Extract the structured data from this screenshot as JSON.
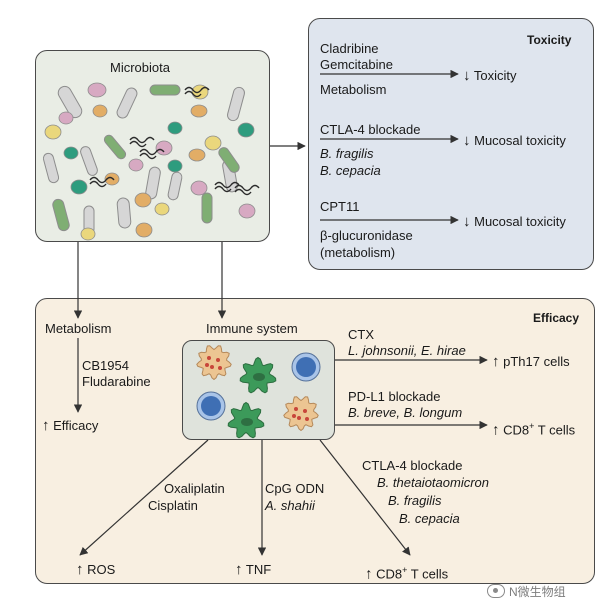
{
  "microbiota": {
    "title": "Microbiota"
  },
  "toxicity": {
    "title": "Toxicity",
    "row1": {
      "drug1": "Cladribine",
      "drug2": "Gemcitabine",
      "mechanism": "Metabolism",
      "outcome": "Toxicity"
    },
    "row2": {
      "drug": "CTLA-4 blockade",
      "bacteria1": "B. fragilis",
      "bacteria2": "B. cepacia",
      "outcome": "Mucosal toxicity"
    },
    "row3": {
      "drug": "CPT11",
      "mechanism1": "β-glucuronidase",
      "mechanism2": "(metabolism)",
      "outcome": "Mucosal toxicity"
    }
  },
  "efficacy": {
    "title": "Efficacy",
    "metabolism": {
      "label": "Metabolism",
      "drug1": "CB1954",
      "drug2": "Fludarabine",
      "outcome": "Efficacy"
    },
    "immune": {
      "label": "Immune system"
    },
    "ctx": {
      "drug": "CTX",
      "bacteria": "L. johnsonii, E. hirae",
      "outcome": "pTh17 cells"
    },
    "pdl1": {
      "drug": "PD-L1 blockade",
      "bacteria": "B. breve, B. longum",
      "outcome_main": "CD8",
      "outcome_sup": "+",
      "outcome_tail": " T cells"
    },
    "oxali": {
      "drug1": "Oxaliplatin",
      "drug2": "Cisplatin",
      "outcome": "ROS"
    },
    "cpg": {
      "drug": "CpG ODN",
      "bacteria": "A. shahii",
      "outcome": "TNF"
    },
    "ctla4": {
      "drug": "CTLA-4 blockade",
      "bacteria1": "B. thetaiotaomicron",
      "bacteria2": "B. fragilis",
      "bacteria3": "B. cepacia",
      "outcome_main": "CD8",
      "outcome_sup": "+",
      "outcome_tail": " T cells"
    }
  },
  "arrows": {
    "up": "↑",
    "down": "↓"
  },
  "watermark": {
    "text": "N微生物组"
  },
  "colors": {
    "microbiota_bg": "#e9ede5",
    "toxicity_bg": "#dfe5ee",
    "efficacy_bg": "#f8efe1",
    "immune_bg": "#dfe3dc",
    "bacteria_grey": "#d6d6d6",
    "bacteria_green": "#7fae73",
    "bacteria_orange": "#e2ad66",
    "bacteria_pink": "#d7a9c2",
    "bacteria_teal": "#2e9c7e",
    "bacteria_yellow": "#ead77c",
    "cell_blue": "#3f6fb4",
    "cell_green": "#3c9a5a",
    "cell_orange": "#ecc592"
  }
}
